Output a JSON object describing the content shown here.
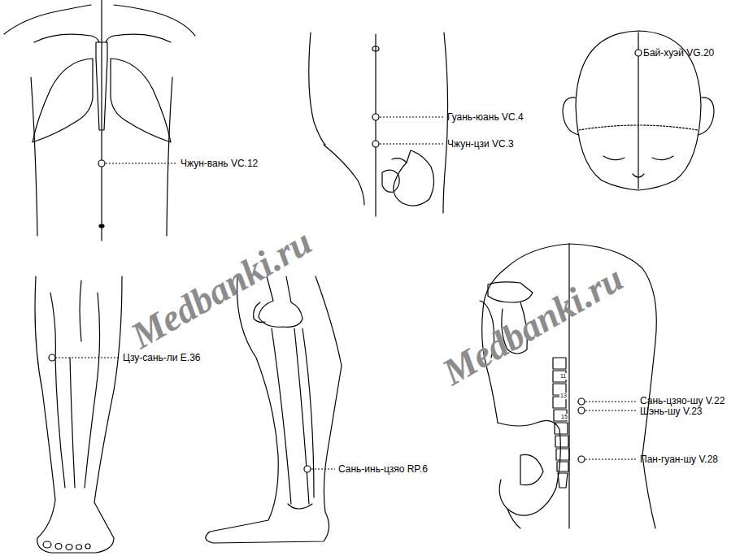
{
  "diagram": {
    "labels": [
      "Чжун-вань VC.12",
      "Гуань-юань VC.4",
      "Чжун-цзи VC.3",
      "Бай-хуэй VG.20",
      "Цзу-сань-ли E.36",
      "Сань-инь-цзяо RP.6",
      "Сань-цзяо-шу V.22",
      "Шэнь-шу V.23",
      "Пан-гуан-шу V.28",
      "11",
      "13",
      "15",
      "Medbanki.ru",
      "Medbanki.ru"
    ]
  }
}
